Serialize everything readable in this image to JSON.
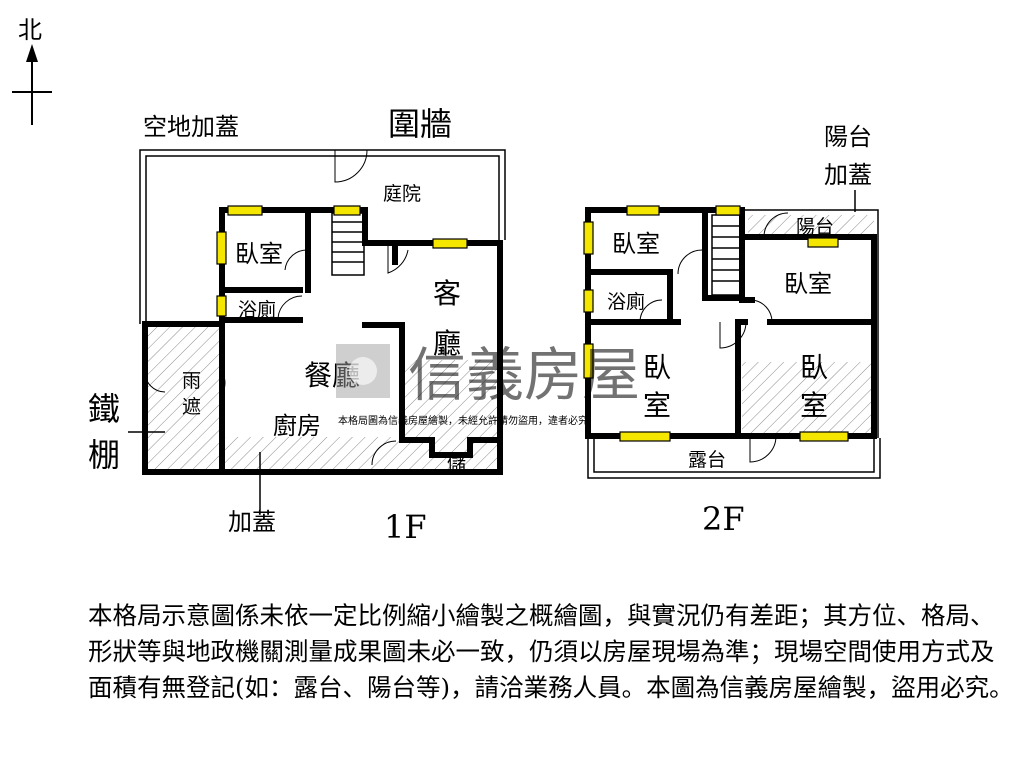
{
  "compass": {
    "label": "北"
  },
  "floor1": {
    "label": "1F",
    "site_labels": {
      "yard_extension": "空地加蓋",
      "wall": "圍牆",
      "iron_shed": [
        "鐵",
        "棚"
      ],
      "extension": "加蓋"
    },
    "rooms": {
      "courtyard": "庭院",
      "bedroom": "臥室",
      "bathroom": "浴廁",
      "living": [
        "客",
        "廳"
      ],
      "dining": "餐廳",
      "kitchen": "廚房",
      "canopy": [
        "雨",
        "遮"
      ],
      "storage": "儲"
    }
  },
  "floor2": {
    "label": "2F",
    "site_labels": {
      "balcony_extension": [
        "陽台",
        "加蓋"
      ]
    },
    "rooms": {
      "bedroom_nw": "臥室",
      "bathroom": "浴廁",
      "balcony": "陽台",
      "bedroom_ne": "臥室",
      "bedroom_sw": [
        "臥",
        "室"
      ],
      "bedroom_se": [
        "臥",
        "室"
      ],
      "terrace": "露台"
    }
  },
  "watermark": {
    "brand": "信義房屋",
    "notice": "本格局圖為信義房屋繪製，未經允許請勿盜用，違者必究"
  },
  "disclaimer": "本格局示意圖係未依一定比例縮小繪製之概繪圖，與實況仍有差距；其方位、格局、形狀等與地政機關測量成果圖未必一致，仍須以房屋現場為準；現場空間使用方式及面積有無登記(如：露台、陽台等)，請洽業務人員。本圖為信義房屋繪製，盜用必究。",
  "colors": {
    "window": "#f5e600",
    "walls": "#000000",
    "hatch": "#8c8c8c",
    "watermark": "#a0a0a0"
  }
}
